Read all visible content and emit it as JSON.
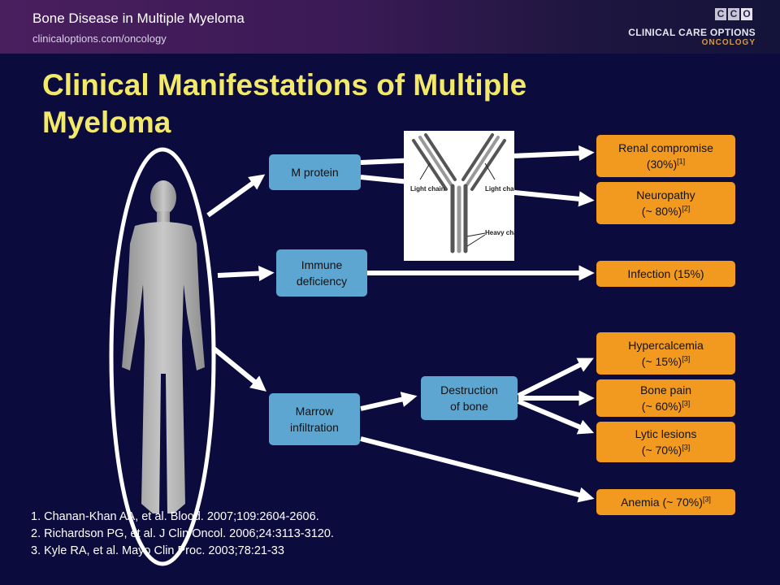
{
  "header": {
    "title": "Bone Disease in Multiple Myeloma",
    "subtitle": "clinicaloptions.com/oncology",
    "logo_letters": [
      "C",
      "C",
      "O"
    ],
    "logo_main": "CLINICAL CARE OPTIONS",
    "logo_sub": "ONCOLOGY"
  },
  "slide_title": "Clinical Manifestations of Multiple Myeloma",
  "causes": {
    "m_protein": "M protein",
    "immune_1": "Immune",
    "immune_2": "deficiency",
    "marrow_1": "Marrow",
    "marrow_2": "infiltration",
    "destruction_1": "Destruction",
    "destruction_2": "of bone"
  },
  "antibody_labels": {
    "light_left": "Light chain",
    "light_right": "Light chain",
    "heavy": "Heavy chains"
  },
  "outcomes": {
    "renal_1": "Renal compromise",
    "renal_2": "(30%)",
    "renal_ref": "[1]",
    "neuro_1": "Neuropathy",
    "neuro_2": "(~ 80%)",
    "neuro_ref": "[2]",
    "infection": "Infection (15%)",
    "hyper_1": "Hypercalcemia",
    "hyper_2": "(~ 15%)",
    "hyper_ref": "[3]",
    "pain_1": "Bone pain",
    "pain_2": "(~ 60%)",
    "pain_ref": "[3]",
    "lytic_1": "Lytic lesions",
    "lytic_2": "(~ 70%)",
    "lytic_ref": "[3]",
    "anemia": "Anemia (~ 70%)",
    "anemia_ref": "[3]"
  },
  "references": [
    "1. Chanan-Khan AA, et al. Blood. 2007;109:2604-2606.",
    "2. Richardson PG, et al. J Clin Oncol. 2006;24:3113-3120.",
    "3. Kyle RA, et al. Mayo Clin Proc. 2003;78:21-33"
  ],
  "colors": {
    "background": "#0b0b3d",
    "title": "#f2e86a",
    "cause_box": "#5ea6d2",
    "outcome_box": "#f29a1f",
    "arrow": "#ffffff"
  }
}
